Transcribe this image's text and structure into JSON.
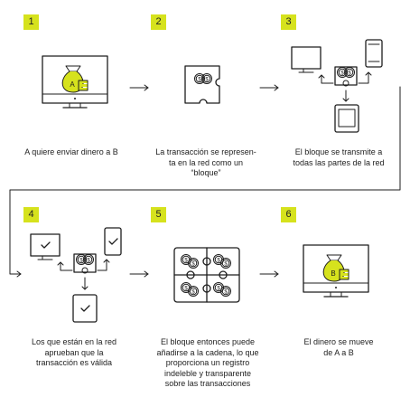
{
  "steps": [
    {
      "number": "1",
      "caption": "A quiere enviar dinero a B",
      "bag_letter": "A"
    },
    {
      "number": "2",
      "caption": [
        "La transacción se represen-",
        "ta en la red como un",
        "“bloque”"
      ]
    },
    {
      "number": "3",
      "caption": [
        "El bloque se transmite a",
        "todas las partes de la red"
      ]
    },
    {
      "number": "4",
      "caption": [
        "Los que están en la red",
        "aprueban que la",
        "transacción es válida"
      ]
    },
    {
      "number": "5",
      "caption": [
        "El bloque entonces puede",
        "añadirse a la cadena, lo que",
        "proporciona un registro",
        "indeleble y transparente",
        "sobre las transacciones"
      ]
    },
    {
      "number": "6",
      "caption": [
        "El dinero se mueve",
        "de A a B"
      ],
      "bag_letter": "B"
    }
  ],
  "colors": {
    "accent": "#d6e21d",
    "ink": "#1d1d1d"
  }
}
